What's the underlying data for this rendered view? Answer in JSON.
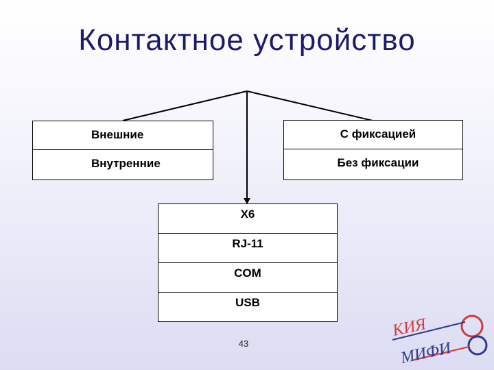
{
  "slide": {
    "title": "Контактное устройство",
    "page_number": "43"
  },
  "groups": {
    "left": [
      "Внешние",
      "Внутренние"
    ],
    "right": [
      "С фиксацией",
      "Без фиксации"
    ],
    "center": [
      "X6",
      "RJ-11",
      "COM",
      "USB"
    ]
  },
  "logo": {
    "top_text": "КИЯ",
    "bottom_text": "МИФИ"
  },
  "colors": {
    "title": "#1b1b6b",
    "logo_blue": "#2e3a8f",
    "logo_red": "#d23a3a"
  }
}
